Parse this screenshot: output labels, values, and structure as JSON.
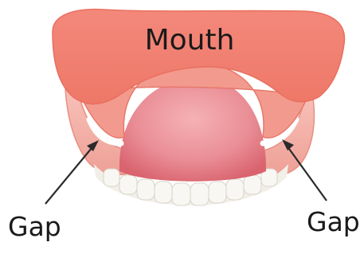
{
  "labels": {
    "mouth": "Mouth",
    "gap_left": "Gap",
    "gap_right": "Gap"
  },
  "colors": {
    "background": "#ffffff",
    "palate": "#f07f72",
    "palate_edge": "#e36a5e",
    "gum_light": "#f6b5ab",
    "gum_inner": "#e87b70",
    "gap_white": "#ffffff",
    "tongue_light": "#f2a7ab",
    "tongue_dark": "#dc6d77",
    "teeth": "#f7f6f2",
    "teeth_shadow": "#dcd8cf",
    "arrow": "#2a2a2a",
    "text": "#1a1a1a"
  }
}
